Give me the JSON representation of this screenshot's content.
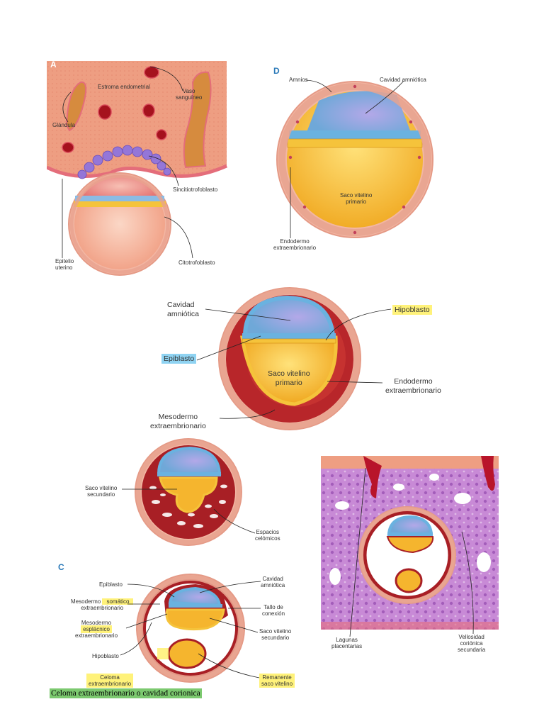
{
  "panelA": {
    "letter": "A",
    "labels": {
      "estroma": "Estroma endometrial",
      "vaso": "Vaso\nsanguíneo",
      "glandula": "Glándula",
      "sincitio": "Sincitiotrofoblasto",
      "epitelio": "Epitelio\nuterino",
      "citotrofo": "Citotrofoblasto"
    }
  },
  "panelD": {
    "letter": "D",
    "labels": {
      "amnios": "Amnios",
      "cavidad": "Cavidad amniótica",
      "saco": "Saco vitelino\nprimario",
      "endodermo": "Endodermo\nextraembrionario"
    }
  },
  "panelMid": {
    "labels": {
      "cavidad": "Cavidad\namniótica",
      "hipoblasto": "Hipoblasto",
      "epiblasto": "Epiblasto",
      "saco": "Saco vitelino\nprimario",
      "endodermo": "Endodermo\nextraembrionario",
      "mesodermo": "Mesodermo\nextraembrionario"
    }
  },
  "panelE": {
    "labels": {
      "saco2": "Saco vitelino\nsecundario",
      "espacios": "Espacios\ncelómicos"
    }
  },
  "panelC": {
    "letter": "C",
    "labels": {
      "epiblasto": "Epiblasto",
      "mesoSomatico_pre": "Mesodermo ",
      "mesoSomatico_hl": "somático",
      "mesoSomatico_post": "extraembrionario",
      "mesoEsplac_pre": "Mesodermo",
      "mesoEsplac_hl": "esplácnico",
      "mesoEsplac_post": "extraembrionario",
      "hipoblasto": "Hipoblasto",
      "celoma": "Celoma\nextraembrionario",
      "cavidad": "Cavidad\namniótica",
      "tallo": "Tallo de\nconexión",
      "saco2": "Saco vitelino\nsecundario",
      "remanente": "Remanente\nsaco vitelino"
    }
  },
  "panelRight": {
    "labels": {
      "lagunas": "Lagunas\nplacentarias",
      "vellosidad": "Vellosidad\ncoriónica\nsecundaria"
    }
  },
  "footer": "Celoma extraembrionario o cavidad corionica",
  "colors": {
    "stroma": "#ee9e82",
    "trophoblast": "#f2b6a3",
    "amnion_blue": "#8fb8e0",
    "epiblast_blue": "#6ab2e0",
    "yolk_yellow": "#f5c33b",
    "mesoderm_red": "#b8262a",
    "purple": "#c88ad6"
  }
}
